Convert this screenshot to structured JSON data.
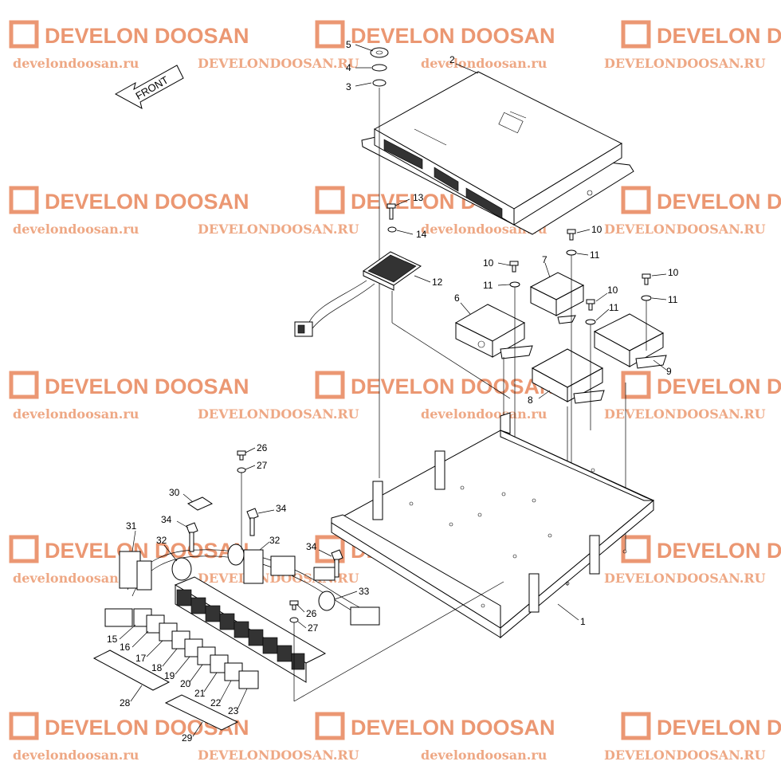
{
  "watermark": {
    "logo_text": "DEVELON DOOSAN",
    "url_lower": "develondoosan.ru",
    "url_upper": "DEVELONDOOSAN.RU",
    "color": "#e8855a"
  },
  "front_arrow": {
    "label": "FRONT"
  },
  "part_labels": {
    "p1": "1",
    "p2": "2",
    "p3": "3",
    "p4": "4",
    "p5": "5",
    "p6": "6",
    "p7": "7",
    "p8": "8",
    "p9": "9",
    "p10a": "10",
    "p10b": "10",
    "p10c": "10",
    "p10d": "10",
    "p11a": "11",
    "p11b": "11",
    "p11c": "11",
    "p11d": "11",
    "p12": "12",
    "p13": "13",
    "p14": "14",
    "p15": "15",
    "p16": "16",
    "p17": "17",
    "p18": "18",
    "p19": "19",
    "p20": "20",
    "p21": "21",
    "p22": "22",
    "p23": "23",
    "p26a": "26",
    "p26b": "26",
    "p27a": "27",
    "p27b": "27",
    "p28": "28",
    "p29": "29",
    "p30": "30",
    "p31": "31",
    "p32a": "32",
    "p32b": "32",
    "p33": "33",
    "p34a": "34",
    "p34b": "34",
    "p34c": "34"
  },
  "icons": {
    "watermark_logo": "doosan-logo-icon",
    "arrow": "front-arrow-icon"
  }
}
